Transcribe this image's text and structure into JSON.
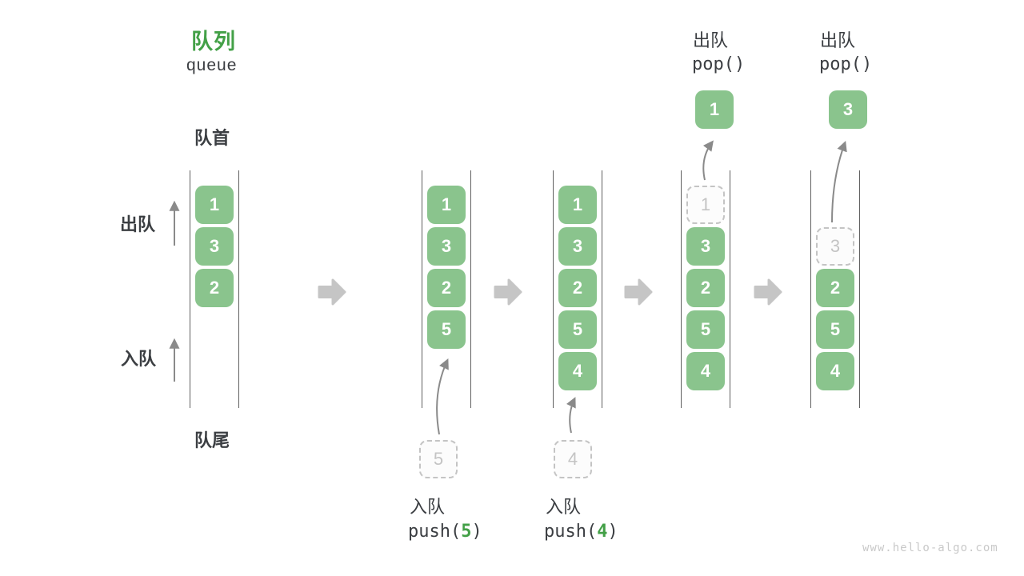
{
  "title": {
    "zh": "队列",
    "en": "queue"
  },
  "side_labels": {
    "front": "队首",
    "rear": "队尾",
    "dequeue": "出队",
    "enqueue": "入队"
  },
  "colors": {
    "box_green": "#8AC48D",
    "accent_green": "#43A047",
    "block_arrow": "#C5C5C5",
    "thin_arrow": "#8A8A8A",
    "ghost_gray": "#C4C4C4",
    "text_dark": "#3B3E42",
    "rail_line": "#606060",
    "watermark_gray": "#C9C9C9"
  },
  "states": [
    {
      "name": "initial",
      "cells": [
        "1",
        "3",
        "2"
      ]
    },
    {
      "name": "after-push-5",
      "cells": [
        "1",
        "3",
        "2",
        "5"
      ],
      "pending": "5",
      "op": {
        "zh": "入队",
        "fn": "push(",
        "arg": "5",
        "close": ")"
      }
    },
    {
      "name": "after-push-4",
      "cells": [
        "1",
        "3",
        "2",
        "5",
        "4"
      ],
      "pending": "4",
      "op": {
        "zh": "入队",
        "fn": "push(",
        "arg": "4",
        "close": ")"
      }
    },
    {
      "name": "after-pop-1",
      "ghost": "1",
      "cells": [
        "3",
        "2",
        "5",
        "4"
      ],
      "popped": "1",
      "op": {
        "zh": "出队",
        "fn": "pop()"
      }
    },
    {
      "name": "after-pop-3",
      "ghost": "3",
      "cells": [
        "2",
        "5",
        "4"
      ],
      "popped": "3",
      "op": {
        "zh": "出队",
        "fn": "pop()"
      }
    }
  ],
  "watermark": "www.hello-algo.com"
}
